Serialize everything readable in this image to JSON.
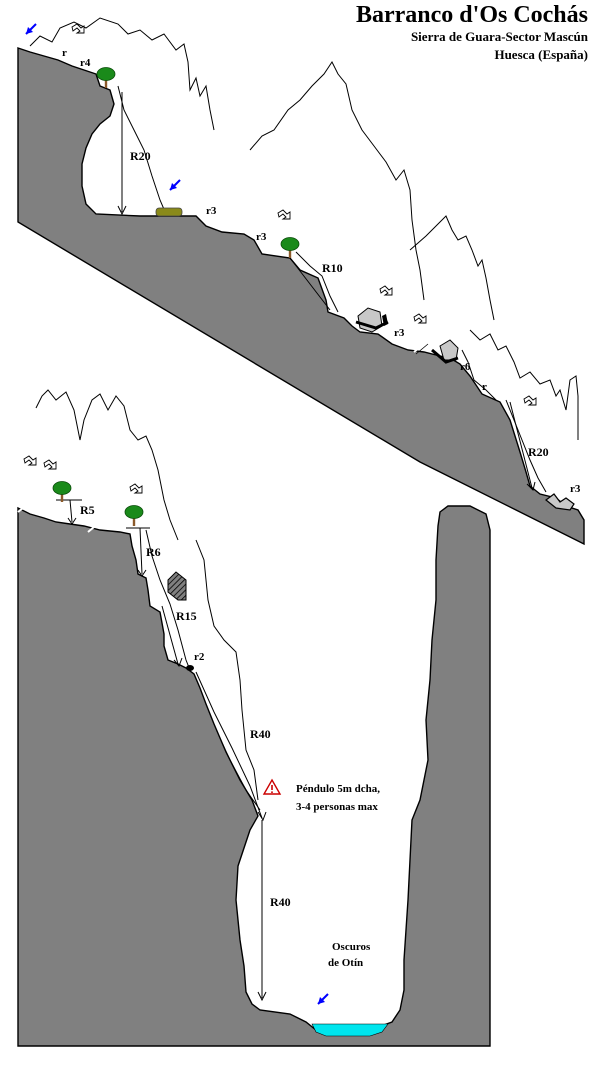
{
  "header": {
    "title": "Barranco d'Os Cochás",
    "subtitle_1": "Sierra de Guara-Sector Mascún",
    "subtitle_2": "Huesca (España)"
  },
  "upper_section": {
    "labels": {
      "r_1": "r",
      "r4": "r4",
      "R20_1": "R20",
      "r3_1": "r3",
      "r3_2": "r3",
      "R10": "R10",
      "r3_3": "r3",
      "r6": "r6",
      "r_2": "r",
      "R20_2": "R20",
      "r3_4": "r3"
    }
  },
  "lower_section": {
    "labels": {
      "R5": "R5",
      "R6": "R6",
      "R15": "R15",
      "r2": "r2",
      "R40_1": "R40",
      "R40_2": "R40"
    },
    "warning_line_1": "Péndulo 5m dcha,",
    "warning_line_2": "3-4 personas max",
    "exit_line_1": "Oscuros",
    "exit_line_2": "de Otín"
  },
  "colors": {
    "rock": "#808080",
    "water": "#00e5ee",
    "tree_leaves": "#1a8a1a",
    "tree_trunk": "#8b5a2b",
    "arrow_blue": "#0000ff",
    "warning_red": "#cc0000"
  }
}
